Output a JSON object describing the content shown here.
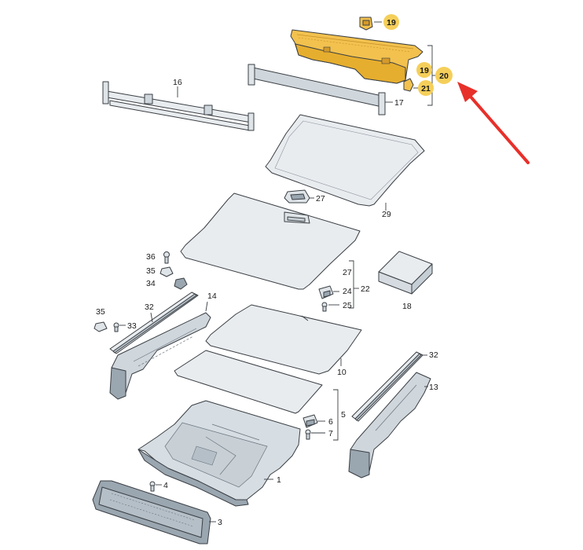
{
  "diagram": {
    "callouts": {
      "c1": "1",
      "c3": "3",
      "c4": "4",
      "c5": "5",
      "c6": "6",
      "c7": "7",
      "c10": "10",
      "c13": "13",
      "c14": "14",
      "c16": "16",
      "c17": "17",
      "c18": "18",
      "c19_top": "19",
      "c19_mid": "19",
      "c20": "20",
      "c21": "21",
      "c22": "22",
      "c24": "24",
      "c25": "25",
      "c27_lid": "27",
      "c27_bracket": "27",
      "c29": "29",
      "c32_left": "32",
      "c32_right": "32",
      "c33": "33",
      "c34": "34",
      "c35_top": "35",
      "c35_left": "35",
      "c36": "36"
    },
    "colors": {
      "highlight_part": "#f2c14e",
      "highlight_badge": "#f5cf5a",
      "arrow": "#e8302a",
      "part_fill": "#e9ecef",
      "part_dark": "#9aa6b0",
      "line": "#3a3f44"
    }
  }
}
